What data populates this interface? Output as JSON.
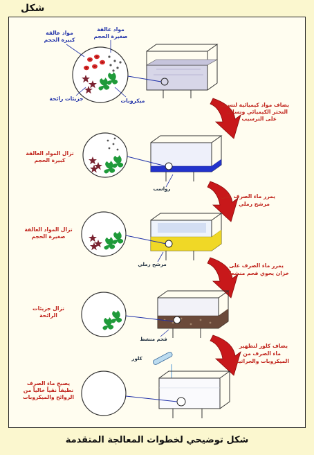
{
  "figure_label": "شكل",
  "caption": "شكل توضيحي لخطوات المعالجة المتقدمة",
  "step1": {
    "label_large_solids": [
      "مواد عالقة",
      "كبيرة الحجم"
    ],
    "label_small_solids": [
      "مواد عالقة",
      "صغيرة الحجم"
    ],
    "label_odor": "جزيئات رائحة",
    "label_microbes": "ميكروبات"
  },
  "arrow1_text": [
    "يضاف مواد كيميائية لتسبب",
    "التخثر الكيميائي وتساعد",
    "على الترسيب"
  ],
  "step2": {
    "removal": [
      "تزال المواد العالقة",
      "كبيرة الحجم"
    ],
    "tank_label": "رواسب"
  },
  "arrow2_text": [
    "يمرر ماء الصرف على",
    "مرشح رملي"
  ],
  "step3": {
    "removal": [
      "تزال المواد العالقة",
      "صغيرة الحجم"
    ],
    "tank_label": "مرشح رملي"
  },
  "arrow3_text": [
    "يمرر ماء الصرف على",
    "خزان يحوي فحم منشط"
  ],
  "step4": {
    "removal": [
      "تزال جزيئات",
      "الرائحة"
    ],
    "tank_label": "فحم منشط"
  },
  "arrow4_text": [
    "يضاف كلور لتطهير",
    "ماء الصرف من",
    "الميكروبات والجراثيم"
  ],
  "step5": {
    "chlorine_label": "كلور",
    "removal": [
      "يصبح ماء الصرف",
      "نظيفاً نقياً خالياً من",
      "الروائح والميكروبات"
    ]
  },
  "colors": {
    "background": "#fbf7cf",
    "arrow_red": "#c8181a",
    "red_text": "#c0231b",
    "blue_text": "#1e2fa8",
    "sediment_blue": "#2233cc",
    "sand_yellow": "#f0d826",
    "carbon_brown": "#6b4a3a",
    "microbe_green": "#1f9a3a"
  }
}
